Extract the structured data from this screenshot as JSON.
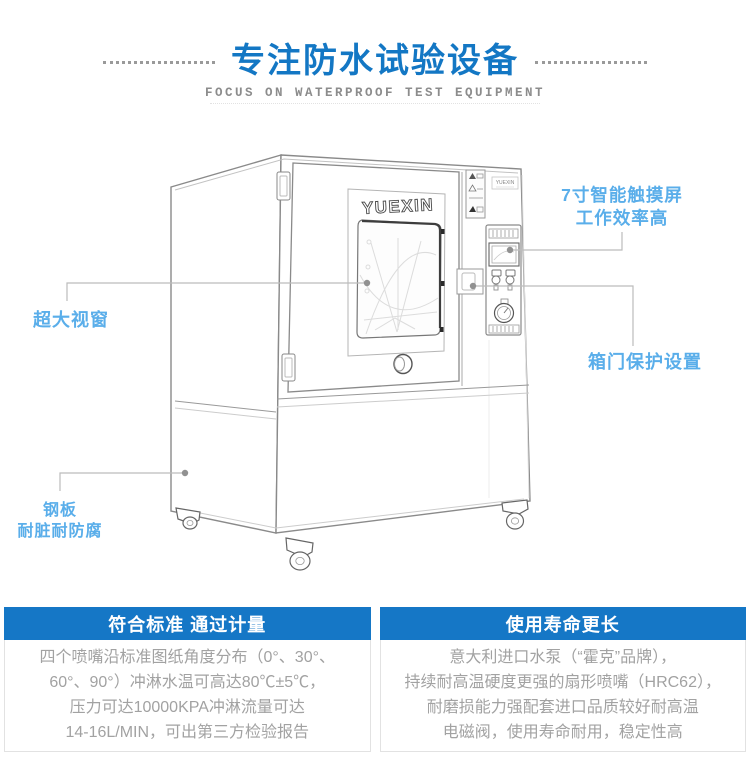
{
  "colors": {
    "title_blue": "#1377c4",
    "callout_blue": "#5aaeea",
    "header_bar_blue": "#1577c6",
    "body_text_gray": "#a2a2a2",
    "line_art_gray": "#8a8a8a"
  },
  "header": {
    "title": "专注防水试验设备",
    "subtitle": "FOCUS ON WATERPROOF TEST EQUIPMENT"
  },
  "diagram": {
    "brand": "YUEXIN",
    "panel_brand": "YUEXIN",
    "callouts": {
      "touchscreen": {
        "line1": "7寸智能触摸屏",
        "line2": "工作效率高"
      },
      "window": {
        "line1": "超大视窗"
      },
      "door": {
        "line1": "箱门保护设置"
      },
      "steel": {
        "line1": "钢板",
        "line2": "耐脏耐防腐"
      }
    }
  },
  "features": [
    {
      "title": "符合标准 通过计量",
      "lines": [
        "四个喷嘴沿标准图纸角度分布（0°、30°、",
        "60°、90°）冲淋水温可高达80℃±5℃，",
        "压力可达10000KPA冲淋流量可达",
        "14-16L/MIN，可出第三方检验报告"
      ]
    },
    {
      "title": "使用寿命更长",
      "lines": [
        "意大利进口水泵（“霍克”品牌），",
        "持续耐高温硬度更强的扇形喷嘴（HRC62），",
        "耐磨损能力强配套进口品质较好耐高温",
        "电磁阀，使用寿命耐用，稳定性高"
      ]
    }
  ]
}
